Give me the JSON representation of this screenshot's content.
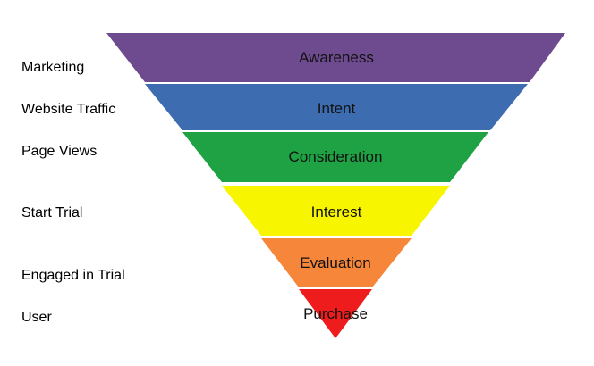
{
  "funnel": {
    "stages": [
      {
        "label": "Awareness",
        "color": "#6E4B8F"
      },
      {
        "label": "Intent",
        "color": "#3D6DB0"
      },
      {
        "label": "Consideration",
        "color": "#1FA244"
      },
      {
        "label": "Interest",
        "color": "#F7F500"
      },
      {
        "label": "Evaluation",
        "color": "#F5863A"
      },
      {
        "label": "Purchase",
        "color": "#EE1C1C"
      }
    ],
    "side_labels": [
      "Marketing",
      "Website Traffic",
      "Page Views",
      "Start Trial",
      "Engaged in Trial",
      "User"
    ]
  }
}
